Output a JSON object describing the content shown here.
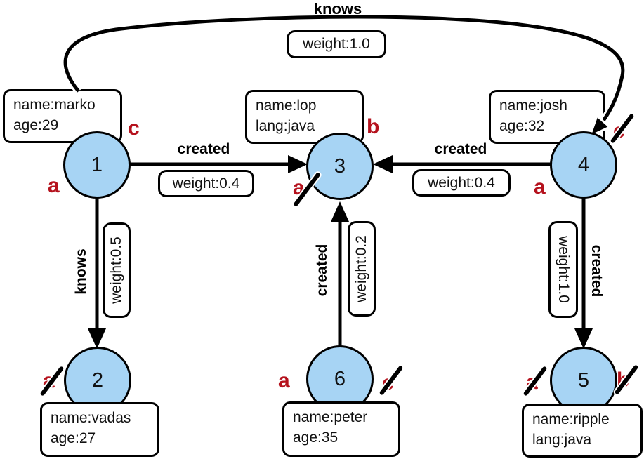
{
  "graph": {
    "vertices": [
      {
        "id": "1",
        "prop1": "name:marko",
        "prop2": "age:29"
      },
      {
        "id": "3",
        "prop1": "name:lop",
        "prop2": "lang:java"
      },
      {
        "id": "4",
        "prop1": "name:josh",
        "prop2": "age:32"
      },
      {
        "id": "2",
        "prop1": "name:vadas",
        "prop2": "age:27"
      },
      {
        "id": "6",
        "prop1": "name:peter",
        "prop2": "age:35"
      },
      {
        "id": "5",
        "prop1": "name:ripple",
        "prop2": "lang:java"
      }
    ],
    "edges": [
      {
        "from": "1",
        "to": "4",
        "label": "knows",
        "weight": "weight:1.0"
      },
      {
        "from": "1",
        "to": "3",
        "label": "created",
        "weight": "weight:0.4"
      },
      {
        "from": "4",
        "to": "3",
        "label": "created",
        "weight": "weight:0.4"
      },
      {
        "from": "1",
        "to": "2",
        "label": "knows",
        "weight": "weight:0.5"
      },
      {
        "from": "6",
        "to": "3",
        "label": "created",
        "weight": "weight:0.2"
      },
      {
        "from": "4",
        "to": "5",
        "label": "created",
        "weight": "weight:1.0"
      }
    ],
    "steps": [
      {
        "letter": "a",
        "vertex": "1",
        "crossed": false
      },
      {
        "letter": "c",
        "vertex": "1",
        "crossed": false
      },
      {
        "letter": "a",
        "vertex": "3",
        "crossed": true
      },
      {
        "letter": "b",
        "vertex": "3",
        "crossed": false
      },
      {
        "letter": "a",
        "vertex": "4",
        "crossed": false
      },
      {
        "letter": "c",
        "vertex": "4",
        "crossed": true
      },
      {
        "letter": "a",
        "vertex": "2",
        "crossed": true
      },
      {
        "letter": "a",
        "vertex": "6",
        "crossed": false
      },
      {
        "letter": "c",
        "vertex": "6",
        "crossed": true
      },
      {
        "letter": "a",
        "vertex": "5",
        "crossed": true
      },
      {
        "letter": "b",
        "vertex": "5",
        "crossed": true
      }
    ],
    "colors": {
      "vertex_fill": "#a7d4f4",
      "step_color": "#b5121d",
      "stroke": "#000000"
    }
  }
}
